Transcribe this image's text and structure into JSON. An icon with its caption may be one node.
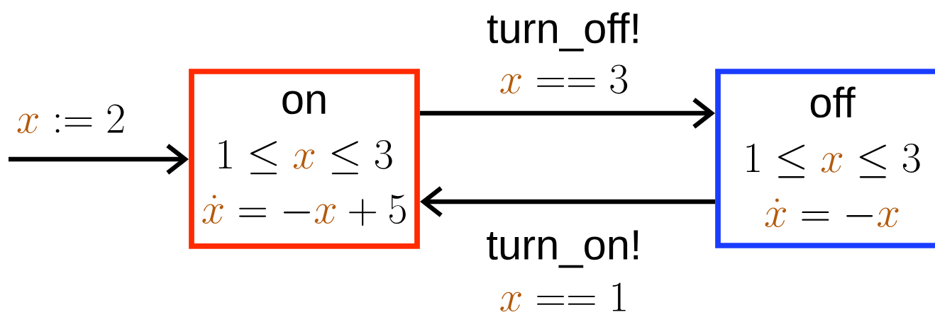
{
  "diagram": {
    "nodes": [
      {
        "text": [
          "on",
          "1 \\leq \\textcolor[HTML]{B35A0C}{x} \\leq 3",
          "\\textcolor[HTML]{B35A0C}{\\dot{x}} = -\\textcolor[HTML]{B35A0C}{x} + 5"
        ]
      },
      {
        "text": [
          "off",
          "1 \\leq \\textcolor[HTML]{B35A0C}{x} \\leq 3",
          "\\textcolor[HTML]{B35A0C}{\\dot{x}} = -\\textcolor[HTML]{B35A0C}{x}"
        ]
      }
    ],
    "edges": [
      {
        "from": null,
        "to": 0,
        "arrow": "to",
        "label": "\\textcolor[HTML]{B35A0C}{x} \\mathrel{:=} 2"
      },
      {
        "from": 0,
        "to": 1,
        "arrow": "to",
        "label": "turn_off!"
      },
      {
        "from": 1,
        "to": 0,
        "arrow": "to",
        "label": "turn_on!"
      }
    ],
    "labels": [
      "\\textcolor[HTML]{B35A0C}{x} \\mathrel{==} 3",
      "\\textcolor[HTML]{B35A0C}{x} \\mathrel{==} 1"
    ]
  }
}
